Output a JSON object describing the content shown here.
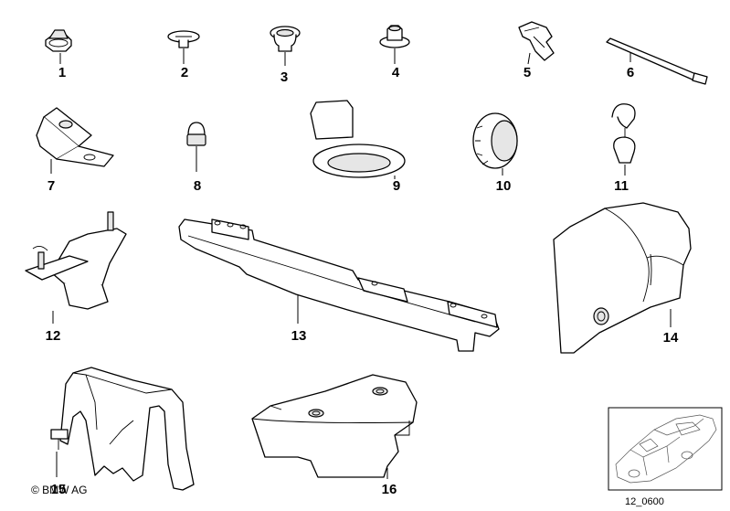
{
  "labels": {
    "p1": "1",
    "p2": "2",
    "p3": "3",
    "p4": "4",
    "p5": "5",
    "p6": "6",
    "p7": "7",
    "p8": "8",
    "p9": "9",
    "p10": "10",
    "p11": "11",
    "p12": "12",
    "p13": "13",
    "p14": "14",
    "p15": "15",
    "p16": "16"
  },
  "copyright": "© BMW AG",
  "diagram_id": "12_0600",
  "colors": {
    "line": "#000000",
    "background": "#ffffff",
    "shade": "#e6e6e6"
  }
}
